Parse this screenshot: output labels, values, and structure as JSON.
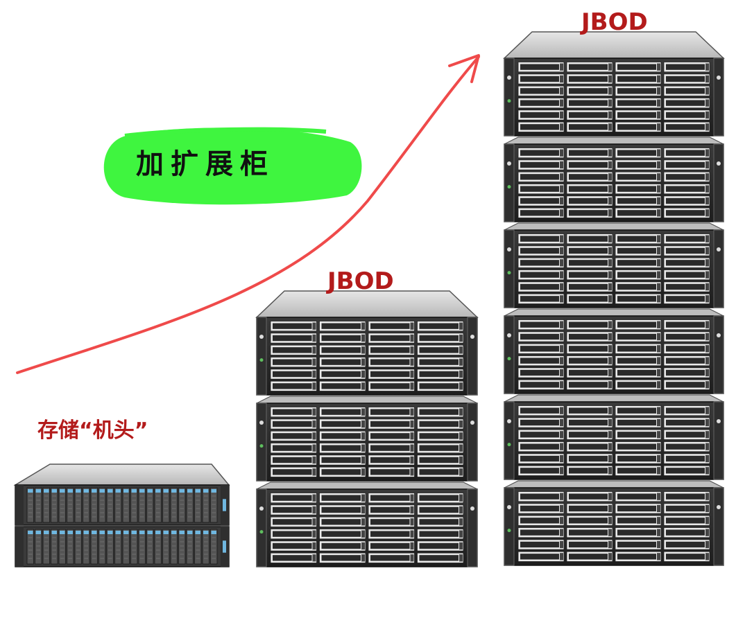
{
  "labels": {
    "storage_head": "存储“机头”",
    "jbod_left": "JBOD",
    "jbod_right": "JBOD",
    "expand_cabinet": "加扩展柜"
  },
  "colors": {
    "label_red": "#b31b1b",
    "arrow_red": "#ef4a4a",
    "highlight_green": "#3ff53f",
    "chassis_dark": "#2b2b2b",
    "chassis_top": "#cfcfcf",
    "drive_blue": "#6fb7e0"
  },
  "icons": {
    "arrow": "curved-arrow-icon",
    "storage_head": "storage-server-icon",
    "jbod": "jbod-enclosure-icon"
  },
  "stacks": {
    "storage_head_units": 2,
    "jbod_left_units": 3,
    "jbod_right_units": 6
  }
}
